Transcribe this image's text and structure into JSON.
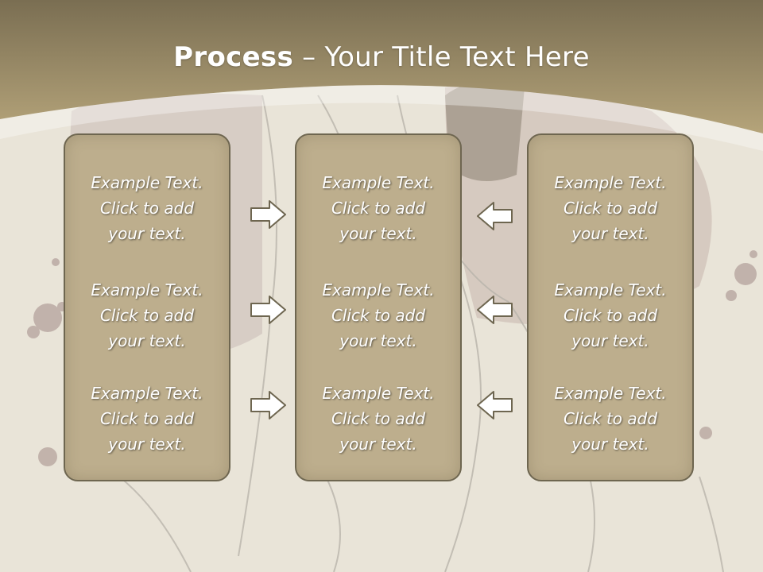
{
  "title": {
    "bold": "Process",
    "rest": " – Your Title Text Here"
  },
  "columns": [
    {
      "items": [
        {
          "line1": "Example Text.",
          "line2": "Click  to add",
          "line3": "your text."
        },
        {
          "line1": "Example Text.",
          "line2": "Click  to add",
          "line3": "your text."
        },
        {
          "line1": "Example Text.",
          "line2": "Click  to add",
          "line3": "your text."
        }
      ]
    },
    {
      "items": [
        {
          "line1": "Example Text.",
          "line2": "Click  to add",
          "line3": "your text."
        },
        {
          "line1": "Example Text.",
          "line2": "Click  to add",
          "line3": "your text."
        },
        {
          "line1": "Example Text.",
          "line2": "Click  to add",
          "line3": "your text."
        }
      ]
    },
    {
      "items": [
        {
          "line1": "Example Text.",
          "line2": "Click  to add",
          "line3": "your text."
        },
        {
          "line1": "Example Text.",
          "line2": "Click  to add",
          "line3": "your text."
        },
        {
          "line1": "Example Text.",
          "line2": "Click  to add",
          "line3": "your text."
        }
      ]
    }
  ],
  "arrows": {
    "left_group": [
      "arrow-right-icon",
      "arrow-right-icon",
      "arrow-right-icon"
    ],
    "right_group": [
      "arrow-left-icon",
      "arrow-left-icon",
      "arrow-left-icon"
    ]
  },
  "colors": {
    "header": "#8a7d5c",
    "box_fill": "#bdae8d",
    "box_border": "#6e6650",
    "background": "#e9e4d8"
  }
}
